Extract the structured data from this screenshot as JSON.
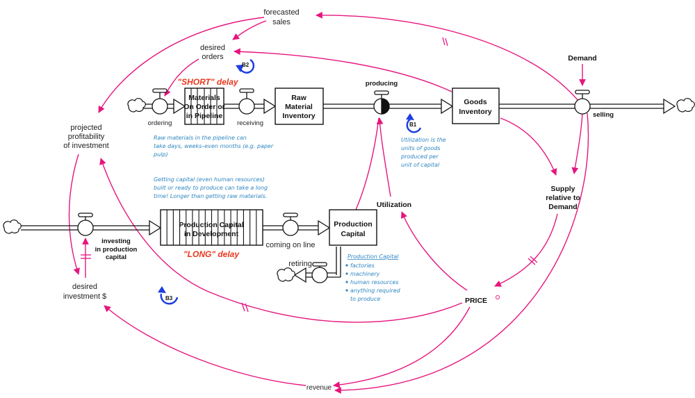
{
  "colors": {
    "link": "#e6157e",
    "note": "#2e86c1",
    "delay": "#e8361c",
    "loop": "#1f3fe0",
    "ink": "#111111"
  },
  "variables": {
    "forecasted_sales": [
      "forecasted",
      "sales"
    ],
    "desired_orders": [
      "desired",
      "orders"
    ],
    "projected_profitability": [
      "projected",
      "profitability",
      "of investment"
    ],
    "desired_investment": [
      "desired",
      "investment $"
    ],
    "demand": "Demand",
    "utilization": "Utilization",
    "supply_relative": [
      "Supply",
      "relative to",
      "Demand"
    ],
    "price": "PRICE",
    "revenue": "revenue"
  },
  "stocks": {
    "materials_pipeline": [
      "Materials",
      "On Order or",
      "in Pipeline"
    ],
    "raw_material": [
      "Raw",
      "Material",
      "Inventory"
    ],
    "goods_inventory": [
      "Goods",
      "Inventory"
    ],
    "capital_development": [
      "Production Capital",
      "in Development"
    ],
    "production_capital": [
      "Production",
      "Capital"
    ]
  },
  "flows": {
    "ordering": "ordering",
    "receiving": "receiving",
    "producing": "producing",
    "selling": "selling",
    "investing": [
      "investing",
      "in production",
      "capital"
    ],
    "coming_on_line": "coming on line",
    "retiring": "retiring"
  },
  "delays": {
    "short": "\"SHORT\" delay",
    "long": "\"LONG\" delay"
  },
  "loops": [
    "B1",
    "B2",
    "B3"
  ],
  "notes": {
    "raw_materials": [
      "Raw materials in the pipeline can",
      "take days, weeks–even months (e.g. paper",
      "pulp)"
    ],
    "capital": [
      "Getting capital (even human resources)",
      "built or ready to produce can take a long",
      "time! Longer than getting raw materials."
    ],
    "utilization": [
      "Utilization is the",
      "units of goods",
      "produced per",
      "unit of capital"
    ],
    "production_capital_title": "Production Capital",
    "production_capital_items": [
      "factories",
      "machinery",
      "human resources",
      "anything required",
      "to produce"
    ]
  }
}
